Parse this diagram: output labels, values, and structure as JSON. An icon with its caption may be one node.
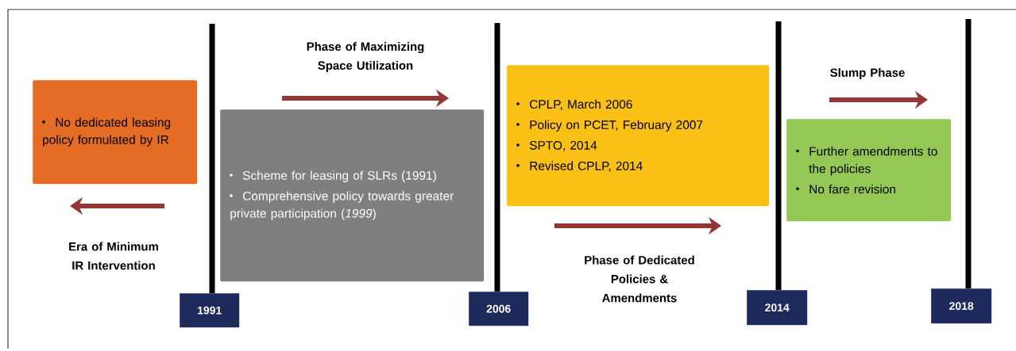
{
  "diagram": {
    "nodes": [
      {
        "text": [
          "No dedicated leasing policy formulated by IR"
        ]
      },
      {
        "text": [
          "Scheme for leasing of SLRs (1991)",
          "Comprehensive policy towards greater private participation (*1999*)"
        ]
      },
      {
        "text": [
          "CPLP, March 2006",
          "Policy on PCET, February 2007",
          "SPTO, 2014",
          "Revised CPLP, 2014"
        ]
      },
      {
        "text": [
          "Further amendments to the policies",
          "No fare revision"
        ]
      },
      {
        "text": [
          "1991"
        ]
      },
      {
        "text": [
          "2006"
        ]
      },
      {
        "text": [
          "2014"
        ]
      },
      {
        "text": [
          "2018"
        ]
      }
    ],
    "edges": [],
    "labels": [
      "Phase of Maximizing Space Utilization",
      "Slump Phase",
      "Era of Minimum IR Intervention",
      "Phase of Dedicated Policies & Amendments"
    ]
  }
}
